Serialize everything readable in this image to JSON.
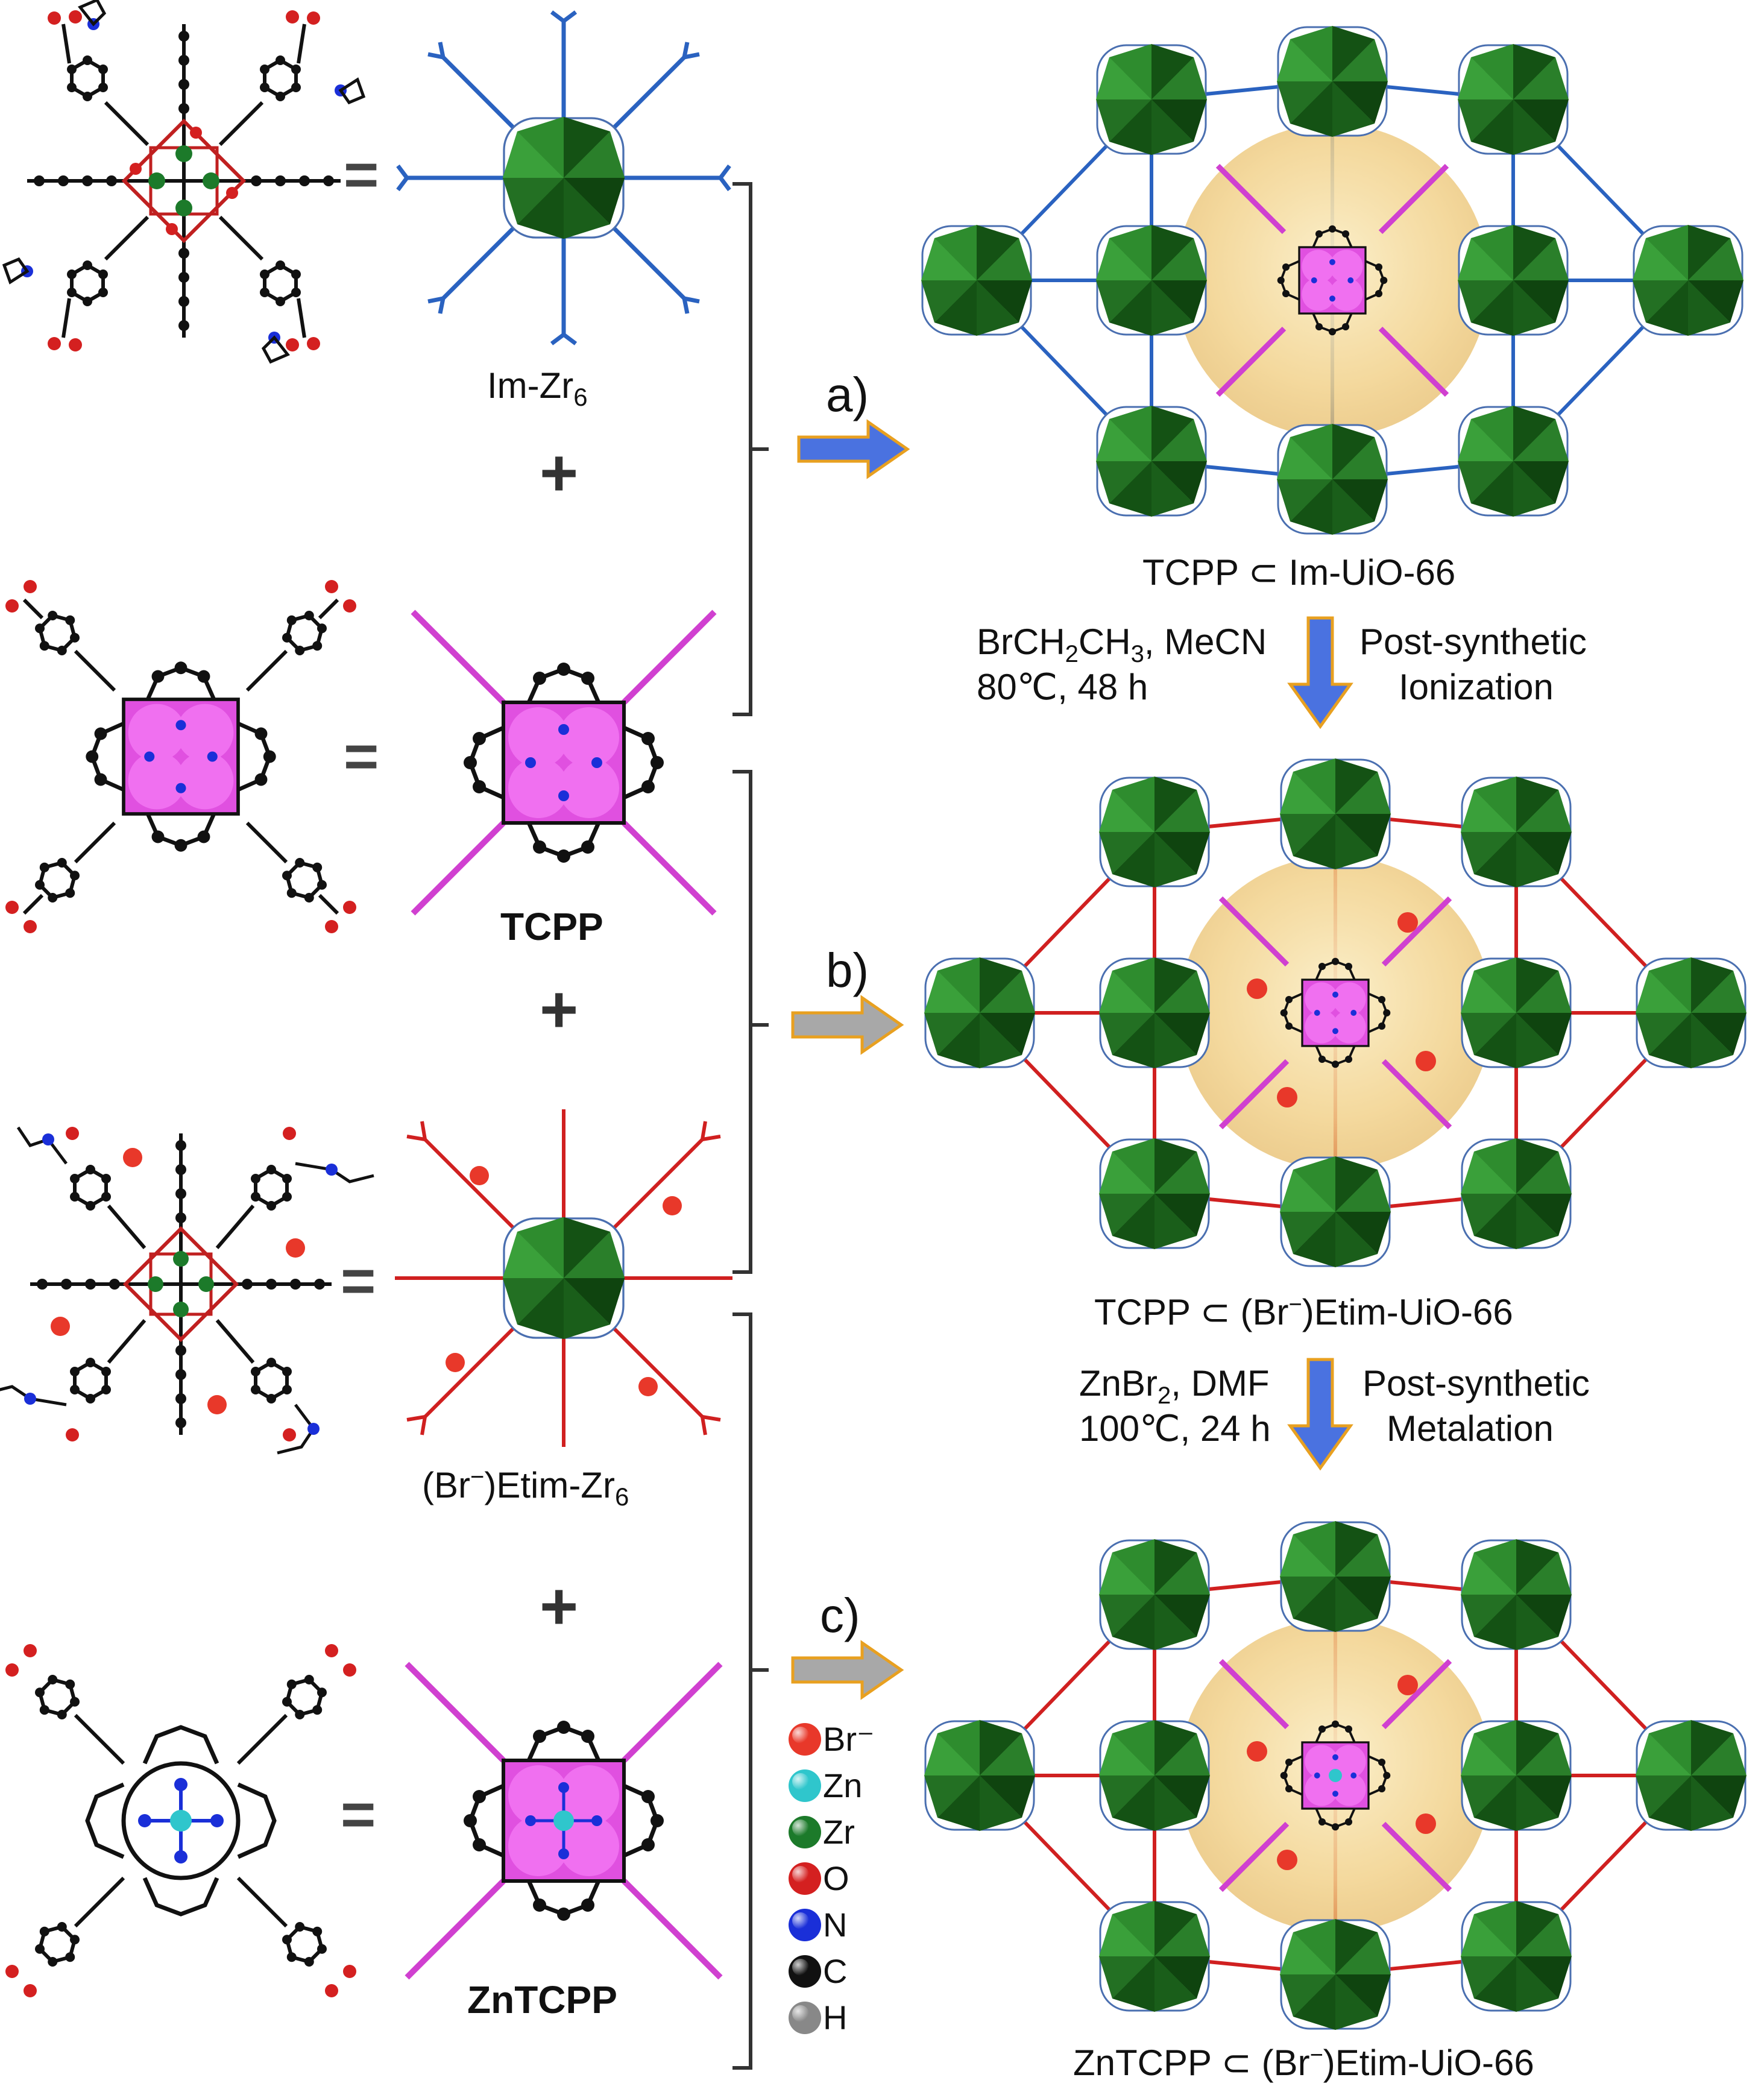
{
  "labels": {
    "im_zr6": "Im-Zr",
    "im_zr6_sub": "6",
    "tcpp": "TCPP",
    "br_etim_zr6_a": "(Br",
    "br_etim_zr6_sup": "−",
    "br_etim_zr6_b": ")Etim-Zr",
    "br_etim_zr6_sub": "6",
    "zntcpp": "ZnTCPP",
    "plus": "+",
    "equals": "=",
    "product_a": "TCPP ⊂ Im-UiO-66",
    "product_b_a": "TCPP ⊂ (Br",
    "product_b_sup": "−",
    "product_b_b": ")Etim-UiO-66",
    "product_c_a": "ZnTCPP ⊂ (Br",
    "product_c_sup": "−",
    "product_c_b": ")Etim-UiO-66"
  },
  "steps": {
    "a": "a)",
    "b": "b)",
    "c": "c)"
  },
  "conditions": {
    "ionization_reagent_a": "BrCH",
    "ionization_reagent_sub1": "2",
    "ionization_reagent_b": "CH",
    "ionization_reagent_sub2": "3",
    "ionization_reagent_c": ", MeCN",
    "ionization_temp": "80℃, 48 h",
    "ionization_title_1": "Post-synthetic",
    "ionization_title_2": "Ionization",
    "metalation_reagent_a": "ZnBr",
    "metalation_reagent_sub": "2",
    "metalation_reagent_b": ", DMF",
    "metalation_temp": "100℃, 24 h",
    "metalation_title_1": "Post-synthetic",
    "metalation_title_2": "Metalation"
  },
  "legend": [
    {
      "label": "Br⁻",
      "color": "#e8382a"
    },
    {
      "label": "Zn",
      "color": "#2fc6cc"
    },
    {
      "label": "Zr",
      "color": "#1c7a2a"
    },
    {
      "label": "O",
      "color": "#d42020"
    },
    {
      "label": "N",
      "color": "#1a2fd8"
    },
    {
      "label": "C",
      "color": "#111111"
    },
    {
      "label": "H",
      "color": "#888888"
    }
  ],
  "colors": {
    "zr_polyhedron": "#1f6b1f",
    "porphyrin": "#e050e0",
    "linker_im": "#2a62c0",
    "linker_etim": "#d02020",
    "cage": "#f2d28c",
    "arrow_blue": "#4a72e0",
    "arrow_gray": "#a8a8a8",
    "arrow_outline": "#e8a020"
  }
}
